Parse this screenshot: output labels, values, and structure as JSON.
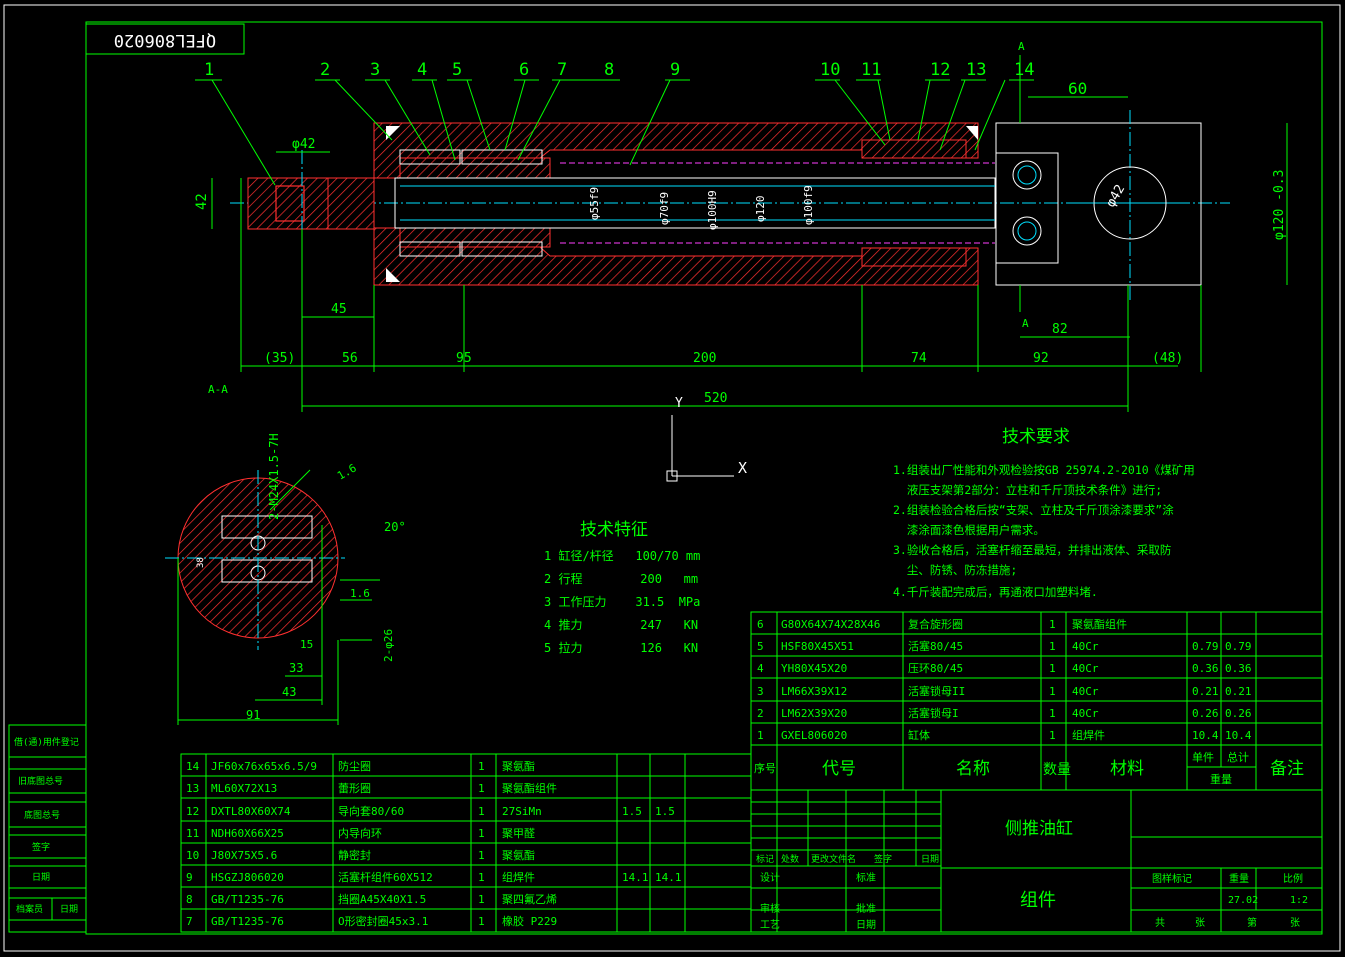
{
  "drawing": {
    "code": "QFEL806020",
    "title": "侧推油缸",
    "subtitle": "组件"
  },
  "part_numbers": [
    "1",
    "2",
    "3",
    "4",
    "5",
    "6",
    "7",
    "8",
    "9",
    "10",
    "11",
    "12",
    "13",
    "14"
  ],
  "dimensions": {
    "d42": "φ42",
    "h42": "42",
    "d45": "45",
    "d35": "(35)",
    "d56": "56",
    "d95": "95",
    "d200": "200",
    "d74": "74",
    "d92": "92",
    "d48": "(48)",
    "d520": "520",
    "d60": "60",
    "d82": "82",
    "phi120": "φ120 -0.3",
    "phi42b": "φ42",
    "inner": [
      "φ55f9",
      "φ70f9",
      "φ100H9",
      "φ120",
      "φ100f9"
    ]
  },
  "section": {
    "label": "A-A",
    "a1": "A",
    "a2": "A",
    "thread": "2-M24X1.5-7H",
    "ang20": "20°",
    "r16a": "1.6",
    "r16b": "1.6",
    "hole": "2-φ26",
    "d33": "33",
    "d43": "43",
    "d91": "91",
    "d15": "15",
    "v38": "38"
  },
  "axis": {
    "y": "Y",
    "x": "X"
  },
  "tech_spec": {
    "title": "技术特征",
    "lines": [
      "1 缸径/杆径   100/70 mm",
      "2 行程        200   mm",
      "3 工作压力    31.5  MPa",
      "4 推力        247   KN",
      "5 拉力        126   KN"
    ]
  },
  "tech_req": {
    "title": "技术要求",
    "lines": [
      "1.组装出厂性能和外观检验按GB 25974.2-2010《煤矿用",
      "  液压支架第2部分：立柱和千斤顶技术条件》进行;",
      "2.组装检验合格后按“支架、立柱及千斤顶涂漆要求”涂",
      "  漆涂面漆色根据用户需求。",
      "3.验收合格后，活塞杆缩至最短，并排出液体、采取防",
      "  尘、防锈、防冻措施;",
      "4.千斤装配完成后，再通液口加塑料堵."
    ]
  },
  "bom_right": {
    "rows": [
      [
        "6",
        "G80X64X74X28X46",
        "复合旋形圈",
        "1",
        "聚氨酯组件",
        "",
        ""
      ],
      [
        "5",
        "HSF80X45X51",
        "活塞80/45",
        "1",
        "40Cr",
        "0.79",
        "0.79"
      ],
      [
        "4",
        "YH80X45X20",
        "压环80/45",
        "1",
        "40Cr",
        "0.36",
        "0.36"
      ],
      [
        "3",
        "LM66X39X12",
        "活塞锁母II",
        "1",
        "40Cr",
        "0.21",
        "0.21"
      ],
      [
        "2",
        "LM62X39X20",
        "活塞锁母I",
        "1",
        "40Cr",
        "0.26",
        "0.26"
      ],
      [
        "1",
        "GXEL806020",
        "缸体",
        "1",
        "组焊件",
        "10.4",
        "10.4"
      ]
    ],
    "header": [
      "序号",
      "代号",
      "名称",
      "数量",
      "材料",
      "单件",
      "总计",
      "重量",
      "备注"
    ]
  },
  "bom_left": {
    "rows": [
      [
        "14",
        "JF60x76x65x6.5/9",
        "防尘圈",
        "1",
        "聚氨酯",
        "",
        ""
      ],
      [
        "13",
        "ML60X72X13",
        "蕾形圈",
        "1",
        "聚氨酯组件",
        "",
        ""
      ],
      [
        "12",
        "DXTL80X60X74",
        "导向套80/60",
        "1",
        "27SiMn",
        "1.5",
        "1.5"
      ],
      [
        "11",
        "NDH60X66X25",
        "内导向环",
        "1",
        "聚甲醛",
        "",
        ""
      ],
      [
        "10",
        "J80X75X5.6",
        "静密封",
        "1",
        "聚氨酯",
        "",
        ""
      ],
      [
        "9",
        "HSGZJ806020",
        "活塞杆组件60X512",
        "1",
        "组焊件",
        "14.1",
        "14.1"
      ],
      [
        "8",
        "GB/T1235-76",
        "挡圈A45X40X1.5",
        "1",
        "聚四氟乙烯",
        "",
        ""
      ],
      [
        "7",
        "GB/T1235-76",
        "O形密封圈45x3.1",
        "1",
        "橡胶 P229",
        "",
        ""
      ]
    ]
  },
  "left_strip": [
    "借(通)用件登记",
    "旧底图总号",
    "底图总号",
    "签字",
    "日期",
    "档案员",
    "日期"
  ],
  "title_block": {
    "rev_cols": [
      "标记",
      "处数",
      "更改文件名",
      "签字",
      "日期"
    ],
    "rows_left": [
      "设计",
      "审核",
      "工艺"
    ],
    "rows_mid": [
      "标准",
      "批准",
      "日期"
    ],
    "stage": "图样标记",
    "weight_lbl": "重量",
    "scale_lbl": "比例",
    "weight": "27.02",
    "scale": "1:2",
    "sheet": [
      "共",
      "张",
      "第",
      "张"
    ]
  }
}
